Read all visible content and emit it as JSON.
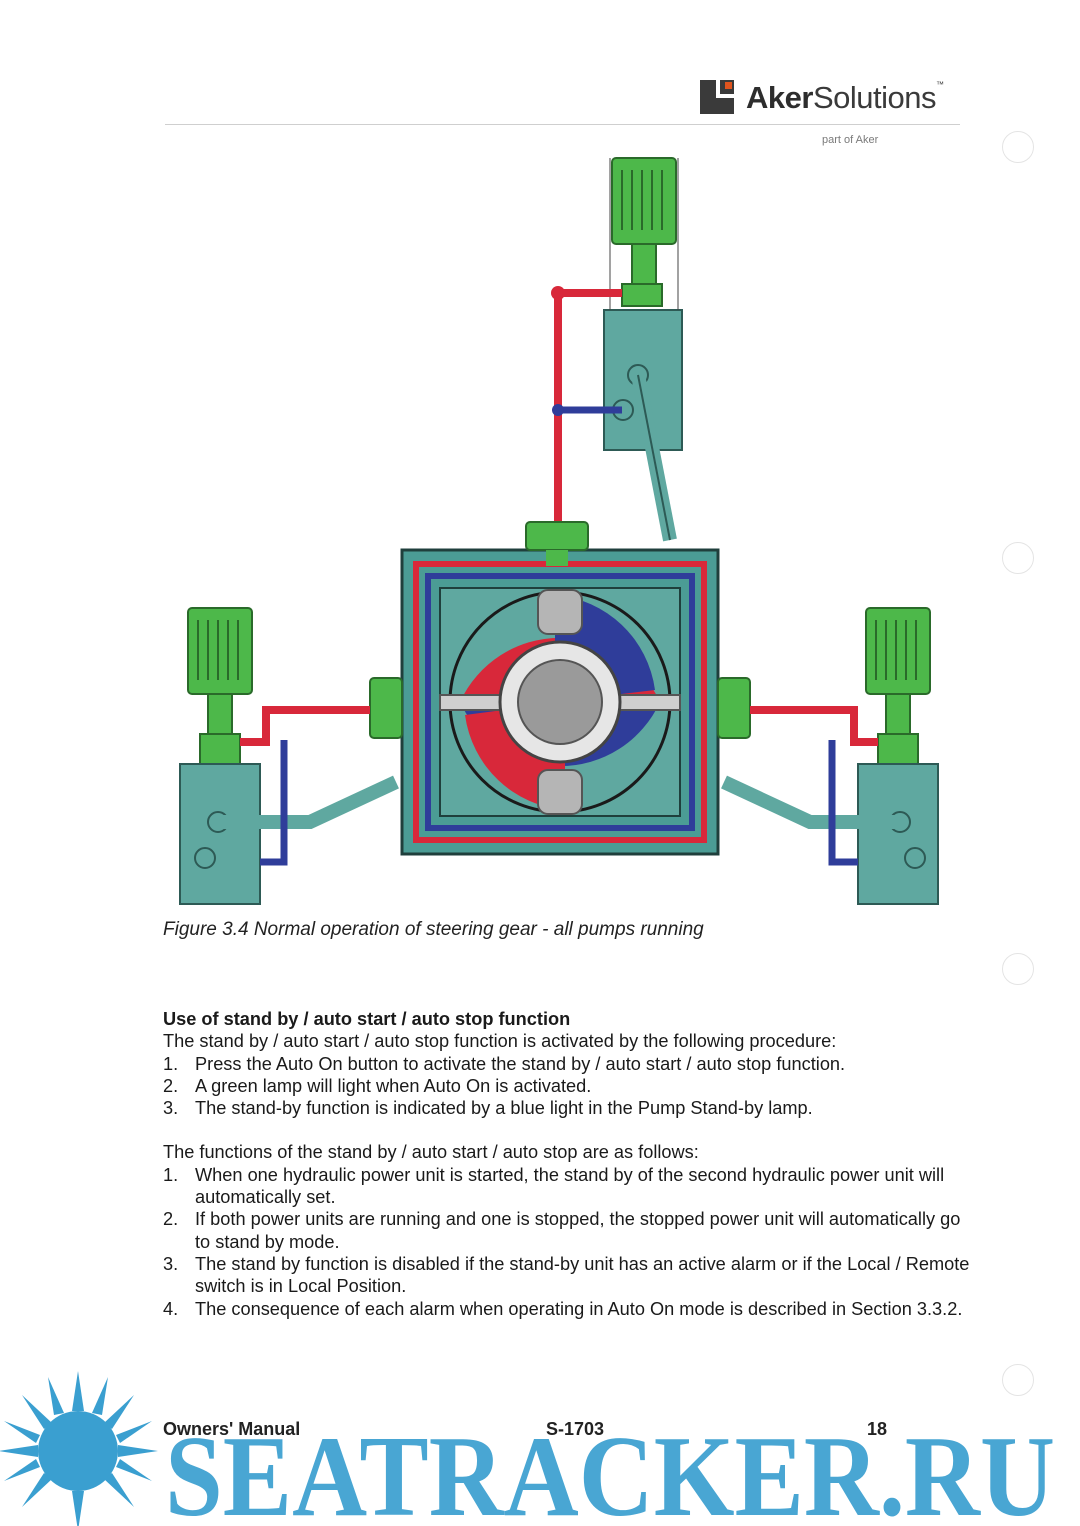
{
  "header": {
    "brand_bold": "Aker",
    "brand_light": "Solutions",
    "brand_tm": "™",
    "tagline": "part of Aker"
  },
  "figure": {
    "caption": "Figure 3.4 Normal operation of steering gear - all pumps running"
  },
  "section": {
    "heading": "Use of stand by / auto start / auto stop function",
    "intro": "The stand by / auto start / auto stop function is activated by the following procedure:",
    "procedure": [
      {
        "num": "1.",
        "text": "Press the Auto On button to activate the stand by / auto start / auto stop function."
      },
      {
        "num": "2.",
        "text": "A green lamp will light when Auto On is activated."
      },
      {
        "num": "3.",
        "text": "The stand-by function is indicated by a blue light in the Pump Stand-by lamp."
      }
    ],
    "functions_intro": "The functions of the stand by / auto start / auto stop are as follows:",
    "functions": [
      {
        "num": "1.",
        "text": "When one hydraulic power unit is started, the stand by of the second hydraulic power unit will automatically set."
      },
      {
        "num": "2.",
        "text": "If both power units are running and one is stopped, the stopped power unit will automatically go to stand by mode."
      },
      {
        "num": "3.",
        "text": "The stand by function is disabled if the stand-by unit has an active alarm or if the Local / Remote switch is in Local Position."
      },
      {
        "num": "4.",
        "text": "The consequence of each alarm when operating in Auto On mode is described in Section 3.3.2."
      }
    ]
  },
  "footer": {
    "left": "Owners' Manual",
    "center": "S-1703",
    "page": "18"
  },
  "watermark": {
    "text": "SEATRACKER.RU",
    "color": "#3a9fd0"
  },
  "colors": {
    "pressure_line": "#d8283a",
    "return_line": "#2f3d9a",
    "motor": "#4db84a",
    "tank": "#5fa8a0",
    "housing": "#4b9c95"
  }
}
